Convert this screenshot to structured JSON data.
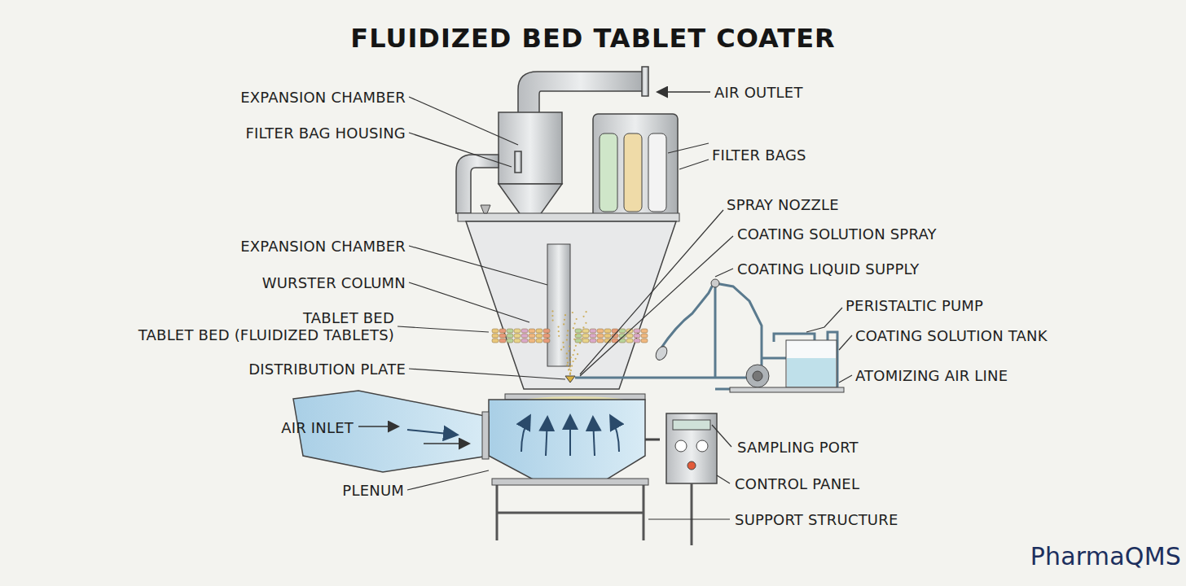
{
  "diagram": {
    "title": "FLUIDIZED BED TABLET COATER",
    "labels": [
      "EXPANSION CHAMBER",
      "FILTER BAG HOUSING",
      "EXPANSION CHAMBER",
      "WURSTER COLUMN",
      "TABLET BED",
      "TABLET BED (FLUIDIZED TABLETS)",
      "DISTRIBUTION PLATE",
      "AIR INLET",
      "PLENUM",
      "AIR OUTLET",
      "FILTER BAGS",
      "SPRAY NOZZLE",
      "COATING SOLUTION SPRAY",
      "COATING LIQUID SUPPLY",
      "PERISTALTIC PUMP",
      "COATING SOLUTION TANK",
      "ATOMIZING AIR LINE",
      "SAMPLING PORT",
      "CONTROL PANEL",
      "SUPPORT STRUCTURE",
      "PharmaQMS"
    ]
  }
}
